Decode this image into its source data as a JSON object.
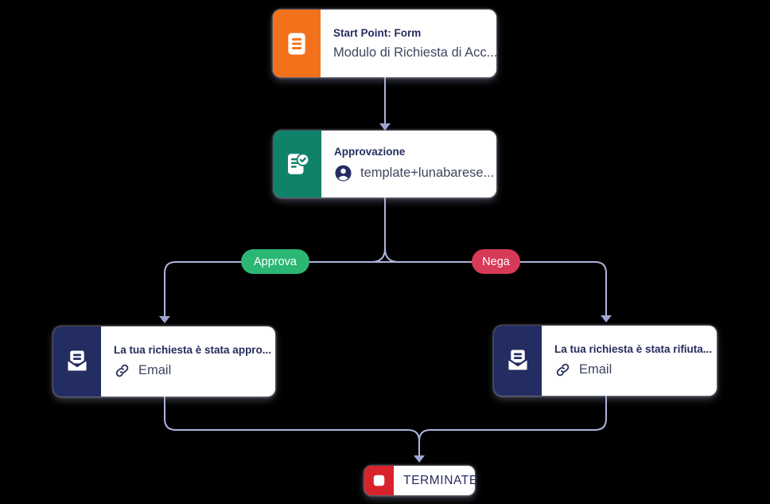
{
  "diagram": {
    "background_color": "#000000",
    "connector_color": "#aeb3dd",
    "arrowhead_color": "#9fa5d0"
  },
  "nodes": {
    "start": {
      "title": "Start Point: Form",
      "subtitle": "Modulo di Richiesta di Acc...",
      "icon": "form-icon",
      "accent_color": "#f4711c"
    },
    "approval": {
      "title": "Approvazione",
      "subtitle": "template+lunabarese...",
      "icon": "approval-check-icon",
      "avatar_icon": "person-avatar-icon",
      "accent_color": "#10826a"
    },
    "email_approved": {
      "title": "La tua richiesta è stata appro...",
      "subtitle": "Email",
      "icon": "open-envelope-icon",
      "link_icon": "link-icon",
      "accent_color": "#232d62"
    },
    "email_rejected": {
      "title": "La tua richiesta è stata rifiuta...",
      "subtitle": "Email",
      "icon": "open-envelope-icon",
      "link_icon": "link-icon",
      "accent_color": "#232d62"
    },
    "terminate": {
      "label": "TERMINATE",
      "icon": "stop-icon",
      "accent_color": "#d8232c"
    }
  },
  "branch_labels": {
    "approve": {
      "label": "Approva",
      "color": "#2cb674"
    },
    "deny": {
      "label": "Nega",
      "color": "#d73a56"
    }
  }
}
